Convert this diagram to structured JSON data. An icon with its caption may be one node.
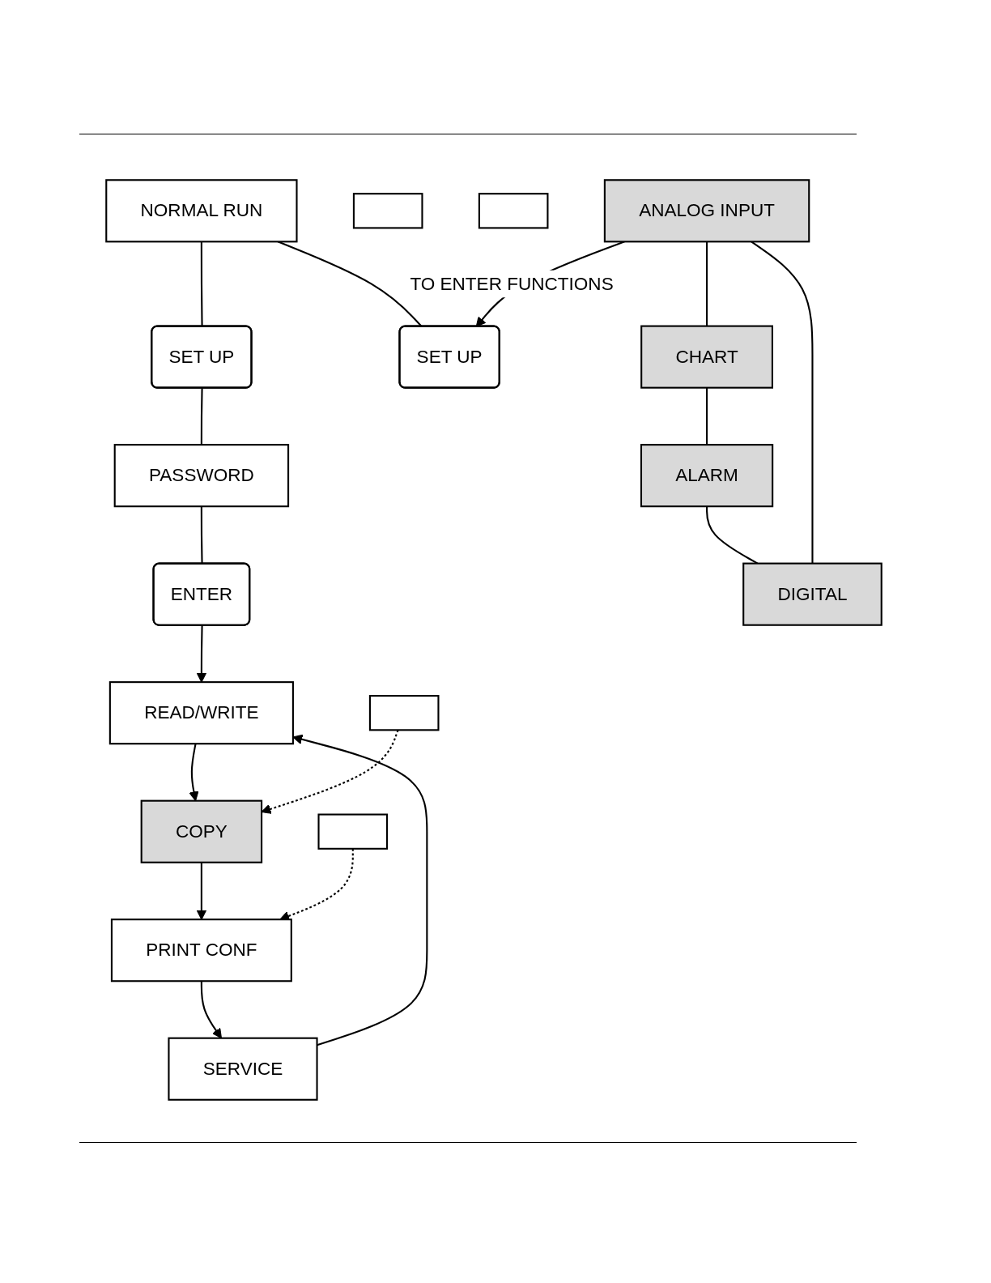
{
  "diagram": {
    "nodes": [
      {
        "text": [
          "NORMAL RUN"
        ]
      },
      {
        "text": [
          "SET UP"
        ]
      },
      {
        "text": [
          "PASSWORD"
        ]
      },
      {
        "text": [
          "ENTER"
        ]
      },
      {
        "text": [
          "READ/WRITE"
        ]
      },
      {
        "text": [
          "COPY"
        ]
      },
      {
        "text": [
          "PRINT CONF"
        ]
      },
      {
        "text": [
          "SERVICE"
        ]
      },
      {
        "text": [
          "SET UP"
        ]
      },
      {
        "text": [],
        "shape": "box"
      },
      {
        "text": [],
        "shape": "box"
      },
      {
        "text": [
          "ANALOG INPUT"
        ]
      },
      {
        "text": [
          "CHART"
        ]
      },
      {
        "text": [
          "ALARM"
        ]
      },
      {
        "text": [
          "DIGITAL"
        ]
      },
      {
        "text": [],
        "shape": "box"
      },
      {
        "text": [],
        "shape": "box"
      }
    ],
    "edges": [
      {
        "from": 0,
        "to": 1,
        "arrow": "none"
      },
      {
        "from": 1,
        "to": 2,
        "arrow": "none"
      },
      {
        "from": 2,
        "to": 3,
        "arrow": "none"
      },
      {
        "from": 3,
        "to": 4,
        "arrow": "to"
      },
      {
        "from": 4,
        "to": 5,
        "arrow": "to"
      },
      {
        "from": 5,
        "to": 6,
        "arrow": "to"
      },
      {
        "from": 6,
        "to": 7,
        "arrow": "to"
      },
      {
        "from": 7,
        "to": 4,
        "arrow": "to"
      },
      {
        "from": 0,
        "to": 8,
        "arrow": "none"
      },
      {
        "from": 11,
        "to": 8,
        "arrow": "to",
        "label": "TO ENTER FUNCTIONS"
      },
      {
        "from": 11,
        "to": 12,
        "arrow": "none"
      },
      {
        "from": 12,
        "to": 13,
        "arrow": "none"
      },
      {
        "from": 13,
        "to": 14,
        "arrow": "none"
      },
      {
        "from": 14,
        "to": 11,
        "arrow": "none"
      },
      {
        "from": 15,
        "to": 5,
        "arrow": "to",
        "style": "dashed"
      },
      {
        "from": 16,
        "to": 6,
        "arrow": "to",
        "style": "dashed"
      }
    ]
  }
}
